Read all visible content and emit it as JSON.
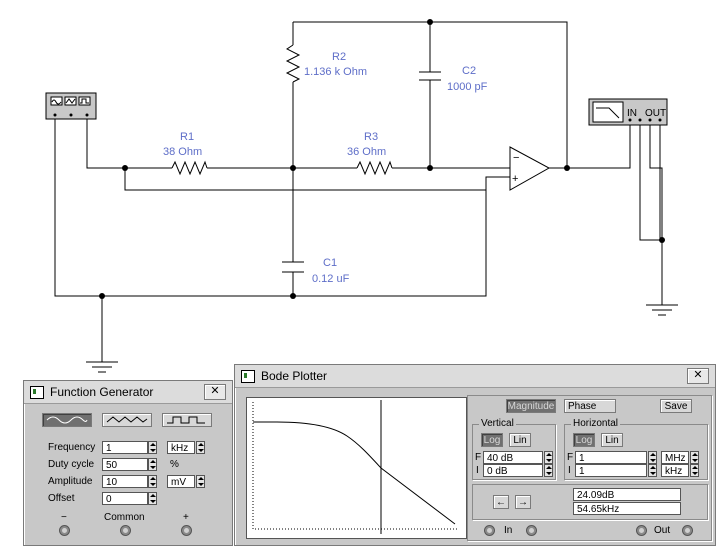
{
  "schematic": {
    "r1": {
      "name": "R1",
      "value": "38  Ohm"
    },
    "r2": {
      "name": "R2",
      "value": "1.136 k Ohm"
    },
    "r3": {
      "name": "R3",
      "value": "36  Ohm"
    },
    "c1": {
      "name": "C1",
      "value": "0.12 uF"
    },
    "c2": {
      "name": "C2",
      "value": "1000 pF"
    },
    "opamp": {
      "minus": "−",
      "plus": "+"
    },
    "bode_in_label": "IN",
    "bode_out_label": "OUT"
  },
  "function_generator": {
    "title": "Function Generator",
    "close": "✕",
    "waveforms": [
      "sine",
      "triangle",
      "square"
    ],
    "rows": [
      {
        "label": "Frequency",
        "value": "1",
        "unit": "kHz"
      },
      {
        "label": "Duty cycle",
        "value": "50",
        "unit": "%"
      },
      {
        "label": "Amplitude",
        "value": "10",
        "unit": "mV"
      },
      {
        "label": "Offset",
        "value": "0",
        "unit": ""
      }
    ],
    "terminals": {
      "minus": "−",
      "common": "Common",
      "plus": "+"
    }
  },
  "bode_plotter": {
    "title": "Bode Plotter",
    "close": "✕",
    "magnitude": "Magnitude",
    "phase": "Phase",
    "save": "Save",
    "vertical": {
      "label": "Vertical",
      "log": "Log",
      "lin": "Lin",
      "f_label": "F",
      "f_value": "40 dB",
      "i_label": "I",
      "i_value": "0 dB"
    },
    "horizontal": {
      "label": "Horizontal",
      "log": "Log",
      "lin": "Lin",
      "f_label": "F",
      "f_value": "1",
      "f_unit": "MHz",
      "i_label": "I",
      "i_value": "1",
      "i_unit": "kHz"
    },
    "readout_db": "24.09dB",
    "readout_freq": "54.65kHz",
    "arrow_left": "←",
    "arrow_right": "→",
    "in_label": "In",
    "out_label": "Out"
  }
}
